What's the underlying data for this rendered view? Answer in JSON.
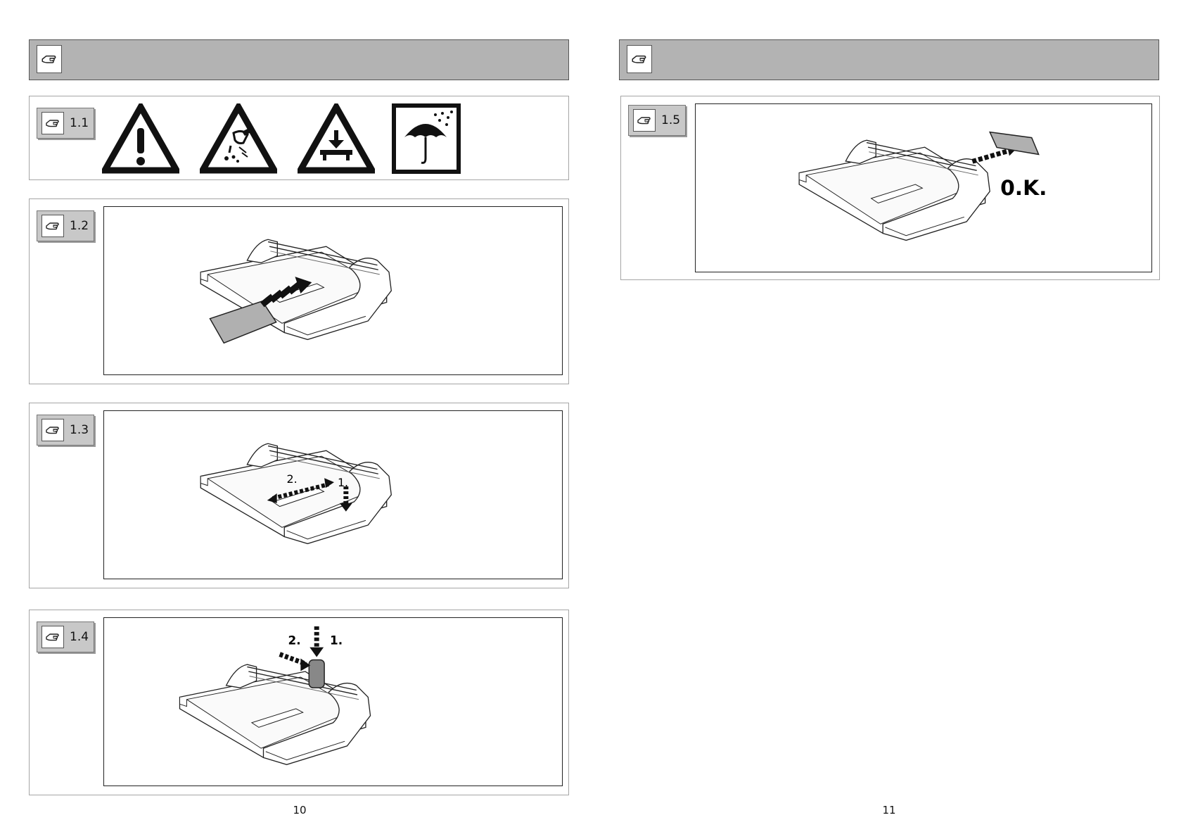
{
  "left_page": {
    "page_number": "10",
    "steps": [
      {
        "label": "1.1"
      },
      {
        "label": "1.2"
      },
      {
        "label": "1.3",
        "marks": [
          "2.",
          "1."
        ]
      },
      {
        "label": "1.4",
        "marks": [
          "2.",
          "1."
        ]
      }
    ]
  },
  "right_page": {
    "page_number": "11",
    "steps": [
      {
        "label": "1.5",
        "marks": [
          "0.K."
        ]
      }
    ]
  },
  "icons": [
    "hand-pointing-icon",
    "general-warning-icon",
    "cut-hazard-icon",
    "load-limit-icon",
    "keep-dry-icon"
  ],
  "colors": {
    "header_bar": "#b3b3b3",
    "step_tag": "#c8c8c8",
    "paper_sheet": "#b0b0b0"
  }
}
